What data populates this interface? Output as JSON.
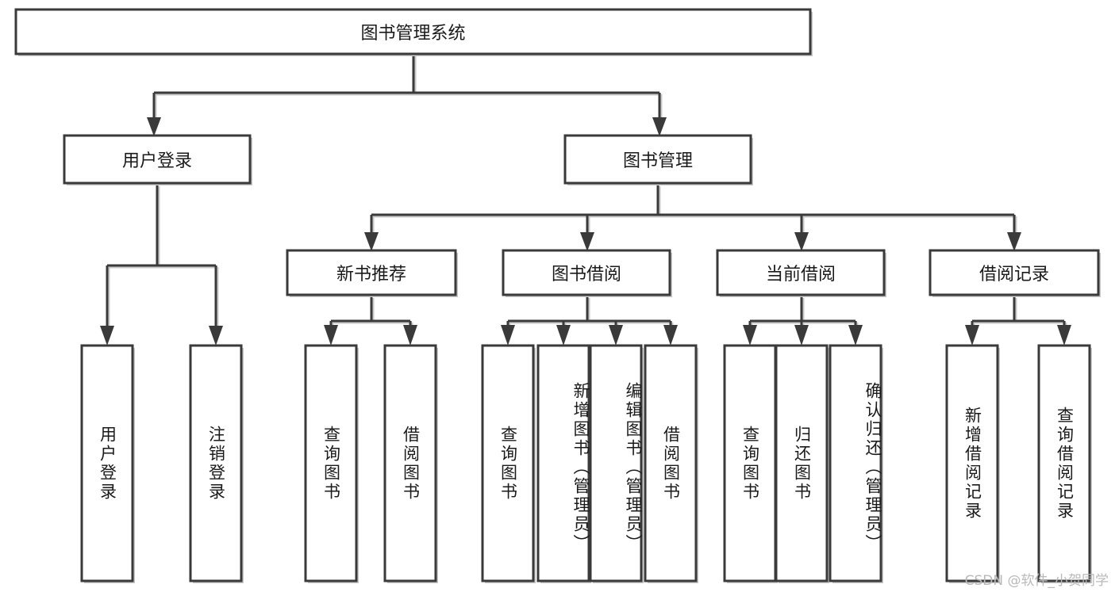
{
  "diagram": {
    "type": "tree",
    "title": "图书管理系统",
    "root": {
      "id": "root",
      "label": "图书管理系统"
    },
    "level2": [
      {
        "id": "user-login",
        "label": "用户登录"
      },
      {
        "id": "book-management",
        "label": "图书管理"
      }
    ],
    "level3": [
      {
        "id": "new-book-recommend",
        "label": "新书推荐",
        "parent": "book-management"
      },
      {
        "id": "book-borrow",
        "label": "图书借阅",
        "parent": "book-management"
      },
      {
        "id": "current-borrow",
        "label": "当前借阅",
        "parent": "book-management"
      },
      {
        "id": "borrow-record",
        "label": "借阅记录",
        "parent": "book-management"
      }
    ],
    "leaves": [
      {
        "id": "leaf-user-login",
        "label": "用户登录",
        "parent": "user-login"
      },
      {
        "id": "leaf-user-logout",
        "label": "注销登录",
        "parent": "user-login"
      },
      {
        "id": "leaf-query-book-1",
        "label": "查询图书",
        "parent": "new-book-recommend"
      },
      {
        "id": "leaf-borrow-book-1",
        "label": "借阅图书",
        "parent": "new-book-recommend"
      },
      {
        "id": "leaf-query-book-2",
        "label": "查询图书",
        "parent": "book-borrow"
      },
      {
        "id": "leaf-add-book",
        "label": "新增图书（管理员）",
        "parent": "book-borrow"
      },
      {
        "id": "leaf-edit-book",
        "label": "编辑图书（管理员）",
        "parent": "book-borrow"
      },
      {
        "id": "leaf-borrow-book-2",
        "label": "借阅图书",
        "parent": "book-borrow"
      },
      {
        "id": "leaf-query-book-3",
        "label": "查询图书",
        "parent": "current-borrow"
      },
      {
        "id": "leaf-return-book",
        "label": "归还图书",
        "parent": "current-borrow"
      },
      {
        "id": "leaf-confirm-return",
        "label": "确认归还（管理员）",
        "parent": "current-borrow"
      },
      {
        "id": "leaf-add-record",
        "label": "新增借阅记录",
        "parent": "borrow-record"
      },
      {
        "id": "leaf-query-record",
        "label": "查询借阅记录",
        "parent": "borrow-record"
      }
    ],
    "colors": {
      "box_fill": "#ffffff",
      "box_stroke": "#3a3a3a",
      "connector": "#3a3a3a",
      "text": "#1a1a1a",
      "watermark": "#b9b9b9",
      "background": "#ffffff"
    }
  },
  "watermark": {
    "text": "CSDN @软件_小贺同学"
  }
}
